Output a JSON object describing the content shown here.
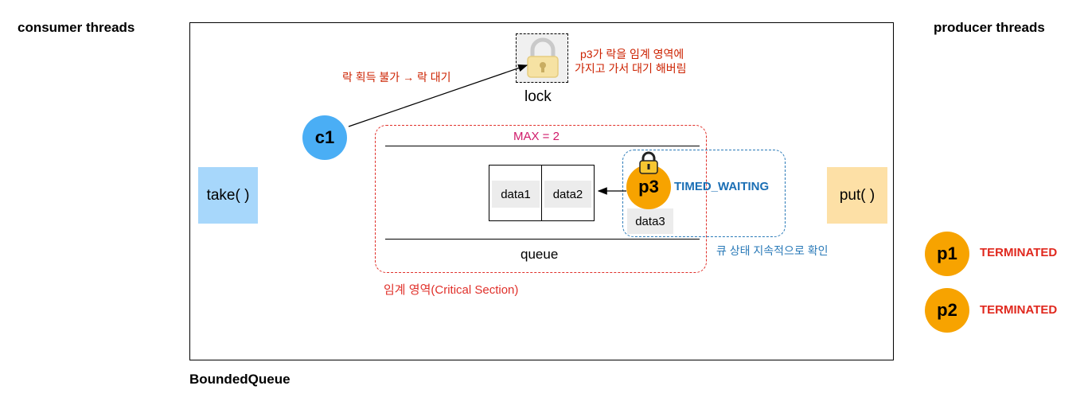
{
  "labels": {
    "consumer_threads": "consumer threads",
    "producer_threads": "producer threads",
    "bounded_queue": "BoundedQueue",
    "lock": "lock",
    "lock_fail": "락 획득 불가 → 락 대기",
    "p3_note_line1": "p3가 락을 임계 영역에",
    "p3_note_line2": "가지고 가서 대기 해버림",
    "max": "MAX = 2",
    "queue": "queue",
    "critical_section": "임계 영역(Critical Section)",
    "queue_check": "큐 상태 지속적으로 확인",
    "timed_waiting": "TIMED_WAITING",
    "take": "take( )",
    "put": "put( )"
  },
  "queue_items": [
    "data1",
    "data2"
  ],
  "pending_item": "data3",
  "threads": {
    "c1": {
      "name": "c1"
    },
    "p3": {
      "name": "p3"
    },
    "p1": {
      "name": "p1",
      "status": "TERMINATED"
    },
    "p2": {
      "name": "p2",
      "status": "TERMINATED"
    }
  },
  "icons": [
    "lock-icon",
    "lock-icon-small"
  ],
  "colors": {
    "consumer": "#4aaef5",
    "producer": "#f7a300",
    "critical_border": "#e0302a",
    "waiting_border": "#2a7ab8",
    "annotation_red": "#cc2200",
    "max_label": "#d01a6a",
    "timed_waiting": "#1b6fb5",
    "terminated": "#e0281e",
    "take_box": "#a7d7fb",
    "put_box": "#fde0a6"
  }
}
